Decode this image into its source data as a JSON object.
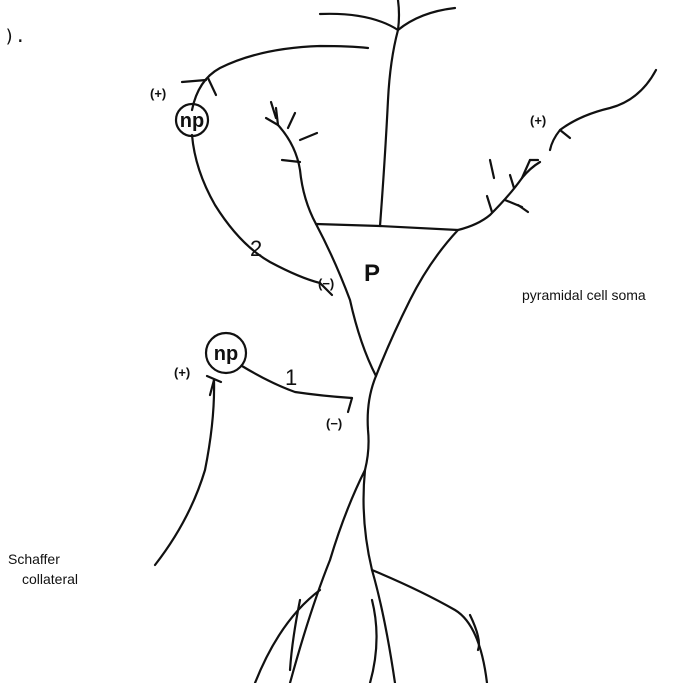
{
  "top_text_fragment": ").",
  "cell_label": "P",
  "interneuron_label": "np",
  "pathway_1": "1",
  "pathway_2": "2",
  "excitatory_sign": "(+)",
  "inhibitory_sign": "(−)",
  "soma_caption": "pyramidal cell soma",
  "input_caption_line1": "Schaffer",
  "input_caption_line2": "collateral"
}
